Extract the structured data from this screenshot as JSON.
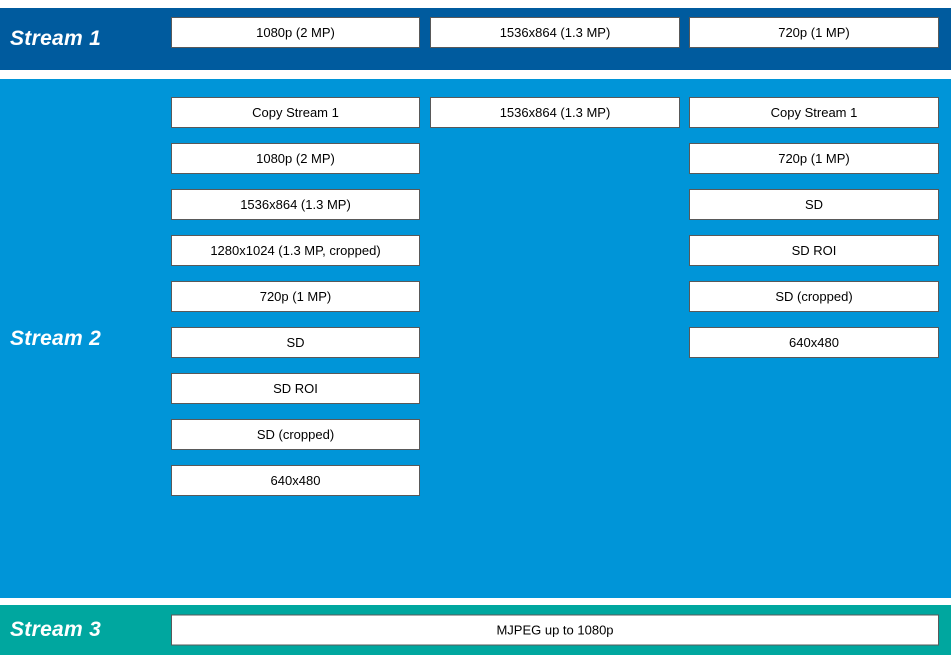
{
  "diagram": {
    "stream1": {
      "label": "Stream 1",
      "band_color": "#005b9e",
      "options": [
        "1080p (2 MP)",
        "1536x864 (1.3 MP)",
        "720p (1 MP)"
      ]
    },
    "stream2": {
      "label": "Stream 2",
      "band_color": "#0095d8",
      "columns": [
        {
          "items": [
            "Copy Stream 1",
            "1080p (2 MP)",
            "1536x864 (1.3 MP)",
            "1280x1024 (1.3 MP, cropped)",
            "720p (1 MP)",
            "SD",
            "SD ROI",
            "SD (cropped)",
            "640x480"
          ]
        },
        {
          "items": [
            "1536x864 (1.3 MP)"
          ]
        },
        {
          "items": [
            "Copy Stream 1",
            "720p (1 MP)",
            "SD",
            "SD ROI",
            "SD (cropped)",
            "640x480"
          ]
        }
      ]
    },
    "stream3": {
      "label": "Stream 3",
      "band_color": "#00a79f",
      "options": [
        "MJPEG up to 1080p"
      ]
    },
    "box_style": {
      "background": "#ffffff",
      "border_color": "#595959",
      "text_color": "#000000"
    }
  }
}
